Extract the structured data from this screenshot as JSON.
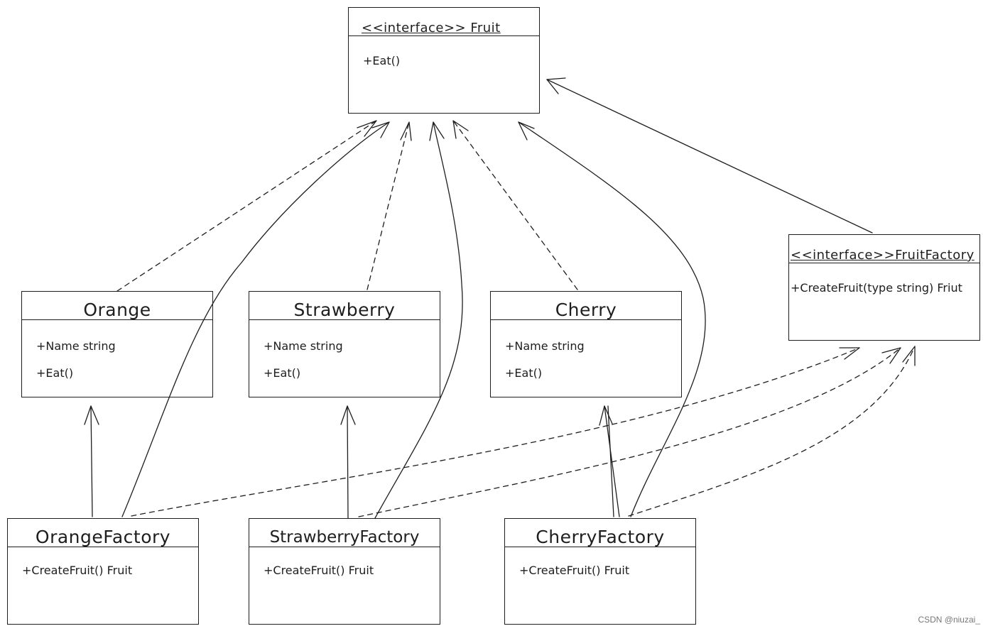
{
  "diagram": {
    "fruit_interface": {
      "title": "<<interface>> Fruit",
      "members": [
        "+Eat()"
      ]
    },
    "fruit_factory_interface": {
      "title": "<<interface>>FruitFactory",
      "members": [
        "+CreateFruit(type string) Friut"
      ]
    },
    "orange": {
      "title": "Orange",
      "members": [
        "+Name string",
        "+Eat()"
      ]
    },
    "strawberry": {
      "title": "Strawberry",
      "members": [
        "+Name string",
        "+Eat()"
      ]
    },
    "cherry": {
      "title": "Cherry",
      "members": [
        "+Name string",
        "+Eat()"
      ]
    },
    "orange_factory": {
      "title": "OrangeFactory",
      "members": [
        "+CreateFruit() Fruit"
      ]
    },
    "strawberry_factory": {
      "title": "StrawberryFactory",
      "members": [
        "+CreateFruit() Fruit"
      ]
    },
    "cherry_factory": {
      "title": "CherryFactory",
      "members": [
        "+CreateFruit() Fruit"
      ]
    }
  },
  "watermark": "CSDN @niuzai_"
}
